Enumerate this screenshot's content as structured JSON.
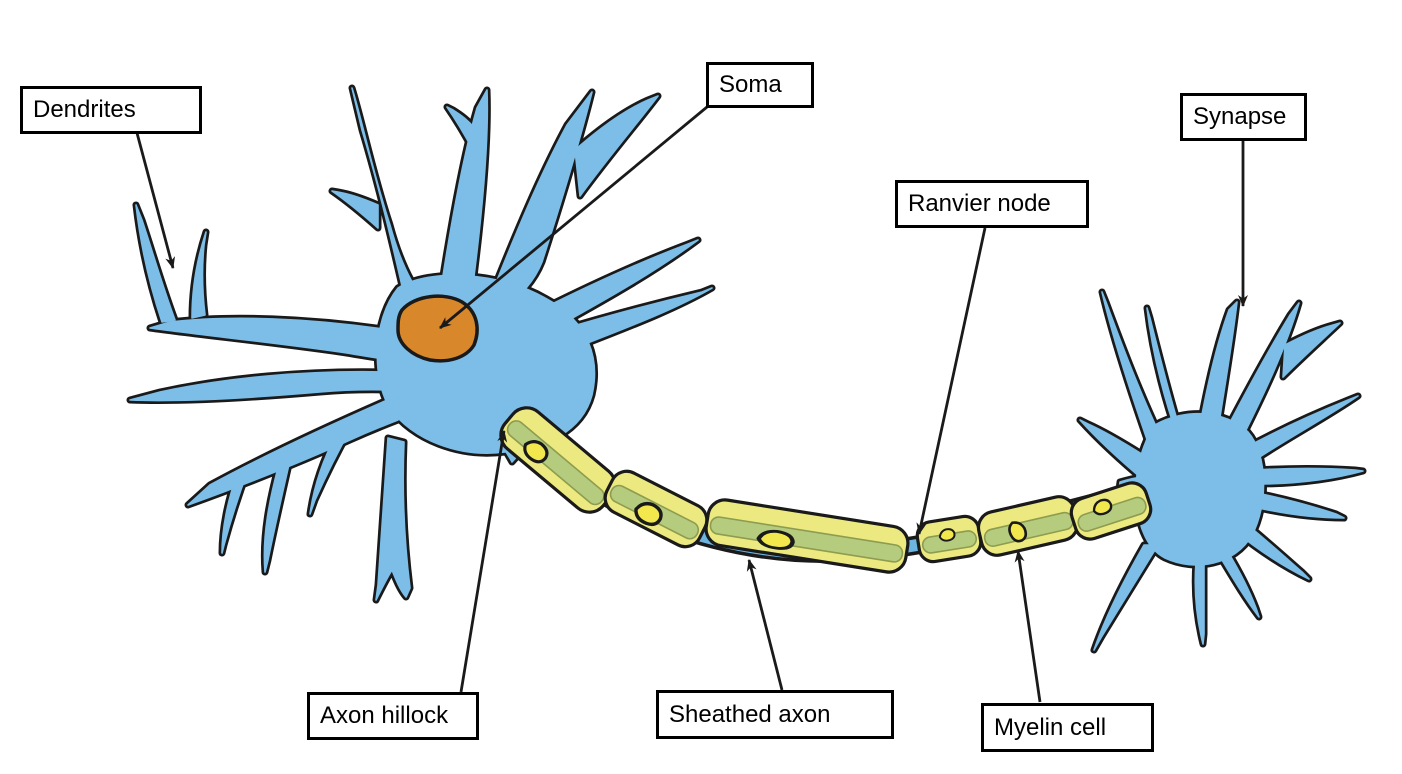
{
  "diagram": {
    "subject": "Neuron anatomy diagram",
    "labels": [
      {
        "id": "dendrites",
        "text": "Dendrites"
      },
      {
        "id": "soma",
        "text": "Soma"
      },
      {
        "id": "ranvier-node",
        "text": "Ranvier node"
      },
      {
        "id": "synapse",
        "text": "Synapse"
      },
      {
        "id": "axon-hillock",
        "text": "Axon hillock"
      },
      {
        "id": "sheathed-axon",
        "text": "Sheathed axon"
      },
      {
        "id": "myelin-cell",
        "text": "Myelin cell"
      }
    ],
    "colors": {
      "ink": "#1a1a1a",
      "cell-blue": "#7dbee8",
      "node-blue": "#6cb5e1",
      "soma-orange": "#d8882b",
      "myelin-yellow": "#ebe97f",
      "myelin-band": "#b5cc7e",
      "band-stroke": "#8e9c4f",
      "nucleus-yellow": "#f3e74e",
      "label-bg": "#ffffff",
      "label-border": "#000000"
    }
  }
}
